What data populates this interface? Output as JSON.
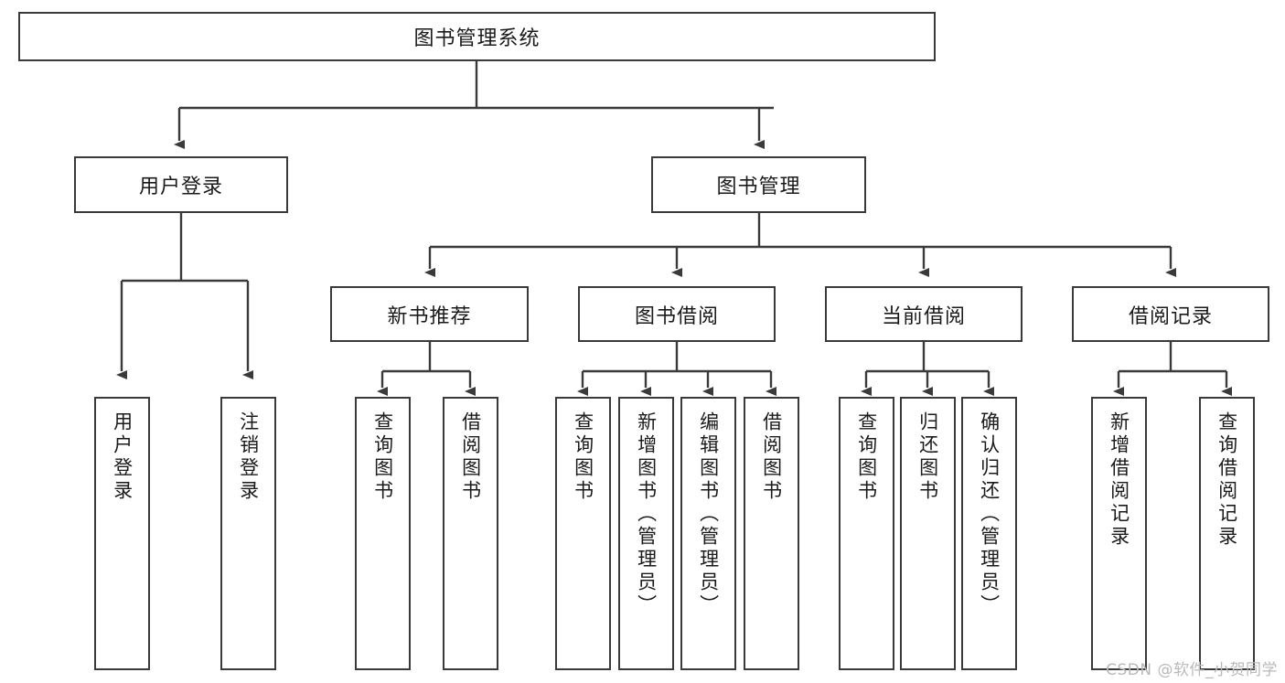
{
  "diagram": {
    "type": "tree",
    "title": "图书管理系统",
    "orientation": "top-down",
    "levels": 4,
    "colors": {
      "box_border": "#3a3a3a",
      "box_fill": "#ffffff",
      "edge": "#3a3a3a",
      "text": "#1a1a1a",
      "watermark": "#b9b9b9"
    },
    "root": {
      "label": "图书管理系统"
    },
    "level2": [
      {
        "label": "用户登录"
      },
      {
        "label": "图书管理"
      }
    ],
    "level3": [
      {
        "label": "新书推荐"
      },
      {
        "label": "图书借阅"
      },
      {
        "label": "当前借阅"
      },
      {
        "label": "借阅记录"
      }
    ],
    "leaves": {
      "user_login": [
        {
          "label": "用户登录"
        },
        {
          "label": "注销登录"
        }
      ],
      "new_book_recommend": [
        {
          "label": "查询图书"
        },
        {
          "label": "借阅图书"
        }
      ],
      "book_borrow": [
        {
          "label": "查询图书"
        },
        {
          "label": "新增图书（管理员）"
        },
        {
          "label": "编辑图书（管理员）"
        },
        {
          "label": "借阅图书"
        }
      ],
      "current_borrow": [
        {
          "label": "查询图书"
        },
        {
          "label": "归还图书"
        },
        {
          "label": "确认归还（管理员）"
        }
      ],
      "borrow_records": [
        {
          "label": "新增借阅记录"
        },
        {
          "label": "查询借阅记录"
        }
      ]
    }
  },
  "watermark": {
    "text": "CSDN @软件_小贺同学"
  }
}
